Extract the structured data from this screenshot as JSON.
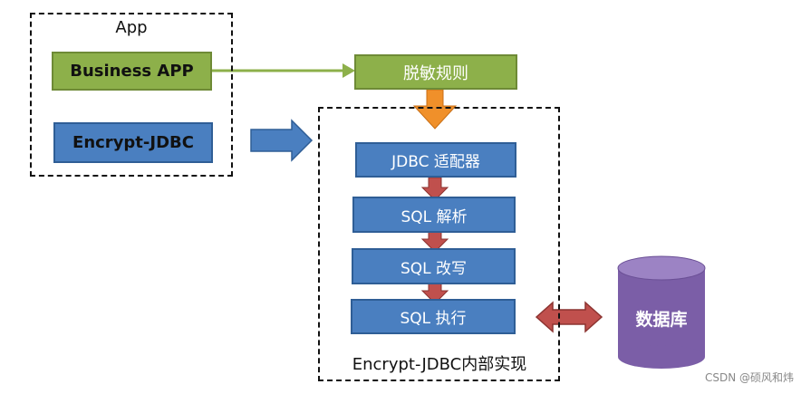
{
  "app_group": {
    "label": "App"
  },
  "business_app": {
    "label": "Business APP"
  },
  "encrypt_jdbc": {
    "label": "Encrypt-JDBC"
  },
  "rule": {
    "label": "脱敏规则"
  },
  "pipeline": {
    "steps": [
      {
        "label": "JDBC 适配器"
      },
      {
        "label": "SQL 解析"
      },
      {
        "label": "SQL 改写"
      },
      {
        "label": "SQL 执行"
      }
    ],
    "container_label": "Encrypt-JDBC内部实现"
  },
  "database": {
    "label": "数据库"
  },
  "watermark": "CSDN @硕风和炜",
  "colors": {
    "green": "#8db04a",
    "blue": "#4a7fc0",
    "orange": "#f0902a",
    "red": "#c0504d",
    "purple": "#7b5ea7"
  }
}
